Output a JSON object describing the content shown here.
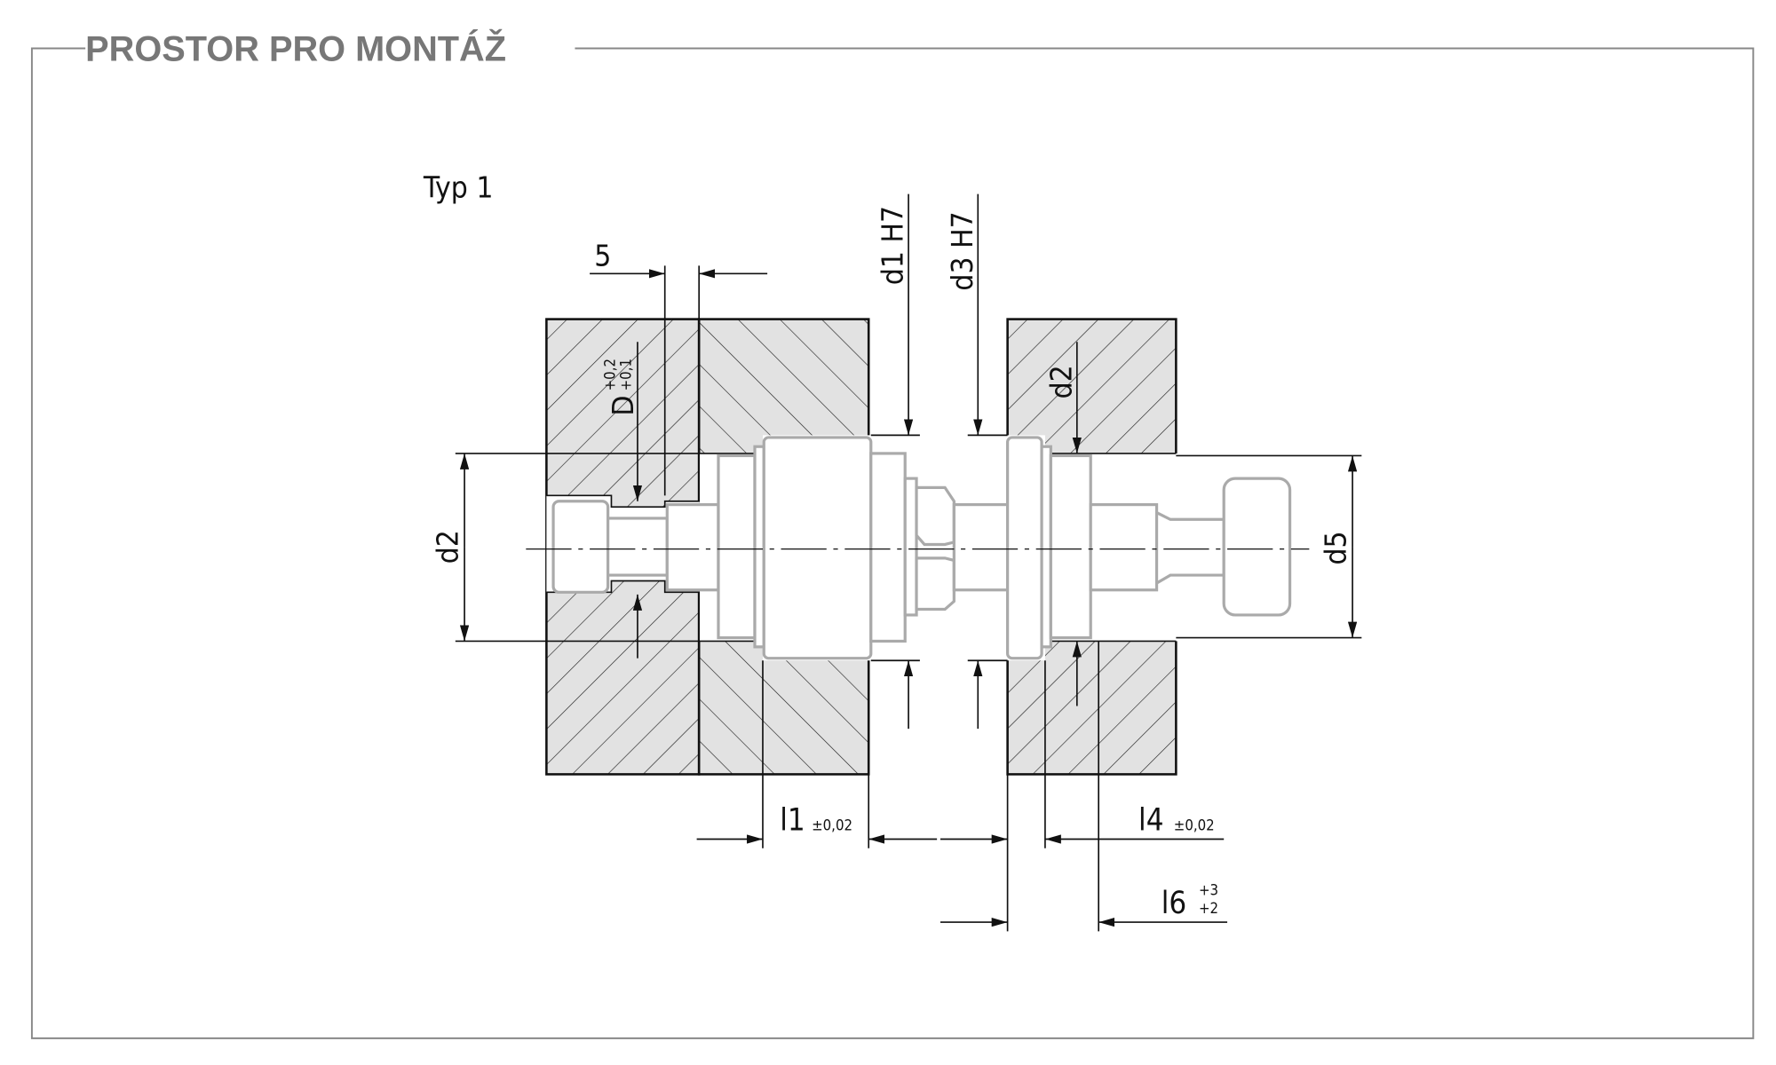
{
  "title": "PROSTOR PRO MONTÁŽ",
  "type_label": "Typ 1",
  "dims": {
    "five": "5",
    "D": "D",
    "D_tol_upper": "+0,2",
    "D_tol_lower": "+0,1",
    "d1": "d1 H7",
    "d3": "d3 H7",
    "d2_left": "d2",
    "d2_right": "d2",
    "d5": "d5",
    "l1": "l1",
    "l1_tol": "±0,02",
    "l4": "l4",
    "l4_tol": "±0,02",
    "l6": "l6",
    "l6_tol_upper": "+3",
    "l6_tol_lower": "+2"
  }
}
